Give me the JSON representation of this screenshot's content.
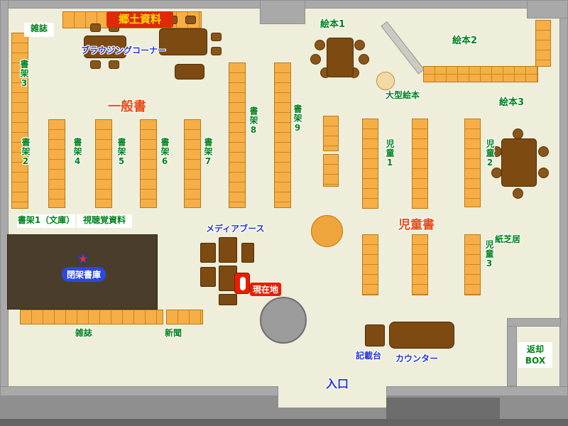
{
  "app": {
    "name": "library-floor-map"
  },
  "colors": {
    "floor": "#efeedb",
    "wall_gray": "#a9a9a9",
    "shelf_orange": "#f6ae47",
    "table_brown": "#7d4a12",
    "closed_stacks_brown": "#4a3d2b",
    "label_green": "#00821b",
    "label_blue": "#2334d6",
    "label_red": "#ea4a14",
    "marker_red": "#e81e00"
  },
  "icons": {
    "closed_stacks_star": "★"
  },
  "areas": {
    "general_books": "一般書",
    "children_books": "児童書",
    "local_materials": "郷土資料",
    "browsing_corner": "ブラウジングコーナー",
    "media_booth": "メディアブース",
    "closed_stacks": "閉架書庫",
    "entrance": "入口",
    "counter": "カウンター",
    "writing_desk": "記載台",
    "return_box": "返却BOX"
  },
  "shelf_labels": {
    "magazines_top": "雑誌",
    "magazines_bottom": "雑誌",
    "newspapers": "新聞",
    "shelf_1_bunko": "書架1（文庫）",
    "audiovisual": "視聴覚資料",
    "shelf_2": "書架2",
    "shelf_3": "書架3",
    "shelf_4": "書架4",
    "shelf_5": "書架5",
    "shelf_6": "書架6",
    "shelf_7": "書架7",
    "shelf_8": "書架8",
    "shelf_9": "書架9",
    "picture_books_1": "絵本1",
    "picture_books_2": "絵本2",
    "picture_books_3": "絵本3",
    "large_picture_books": "大型絵本",
    "children_1": "児童1",
    "children_2": "児童2",
    "children_3": "児童3",
    "kamishibai": "紙芝居"
  },
  "marker": {
    "current_location": "現在地"
  }
}
